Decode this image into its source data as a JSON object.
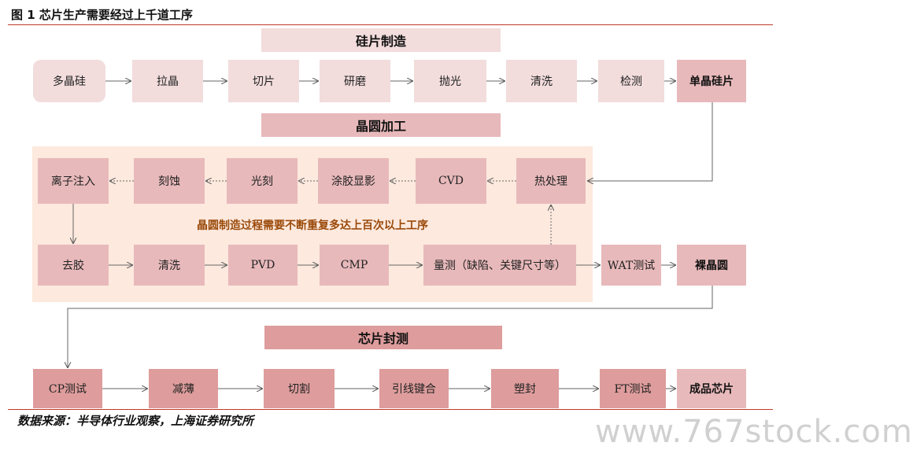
{
  "title": "图 1 芯片生产需要经过上千道工序",
  "sections": {
    "wafer": "硅片制造",
    "fab": "晶圆加工",
    "package": "芯片封测"
  },
  "row1": [
    "多晶硅",
    "拉晶",
    "切片",
    "研磨",
    "抛光",
    "清洗",
    "检测"
  ],
  "row1_output": "单晶硅片",
  "fab_top": [
    "离子注入",
    "刻蚀",
    "光刻",
    "涂胶显影",
    "CVD",
    "热处理"
  ],
  "fab_bottom": [
    "去胶",
    "清洗",
    "PVD",
    "CMP",
    "量测（缺陷、关键尺寸等）"
  ],
  "fab_wat": "WAT测试",
  "fab_output": "裸晶圆",
  "fab_note": "晶圆制造过程需要不断重复多达上百次以上工序",
  "row3": [
    "CP测试",
    "减薄",
    "切割",
    "引线键合",
    "塑封",
    "FT测试"
  ],
  "row3_output": "成品芯片",
  "source": "数据来源：半导体行业观察，上海证券研究所",
  "watermark": "www.767stock.com",
  "colors": {
    "rule": "#c0392b",
    "row1_box": "#f2dcdc",
    "fab_box": "#e8b9bb",
    "package_box": "#de9c9c",
    "panel": "#fde9de",
    "note": "#9a4a0a"
  }
}
